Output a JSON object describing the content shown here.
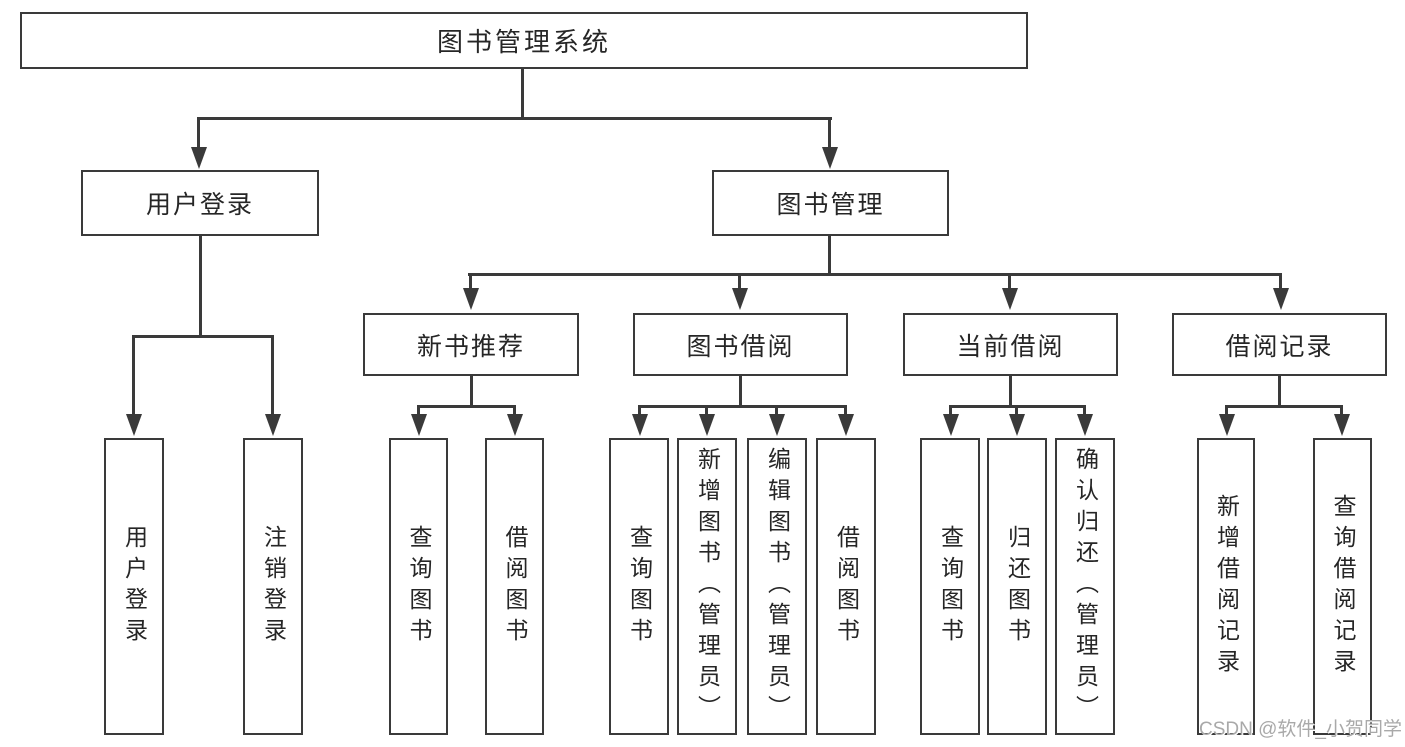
{
  "tree": {
    "root": {
      "label": "图书管理系统"
    },
    "user_branch": {
      "label": "用户登录",
      "children": [
        {
          "label": "用户登录"
        },
        {
          "label": "注销登录"
        }
      ]
    },
    "book_branch": {
      "label": "图书管理",
      "sections": [
        {
          "label": "新书推荐",
          "children": [
            {
              "label": "查询图书"
            },
            {
              "label": "借阅图书"
            }
          ]
        },
        {
          "label": "图书借阅",
          "children": [
            {
              "label": "查询图书"
            },
            {
              "label": "新增图书（管理员）"
            },
            {
              "label": "编辑图书（管理员）"
            },
            {
              "label": "借阅图书"
            }
          ]
        },
        {
          "label": "当前借阅",
          "children": [
            {
              "label": "查询图书"
            },
            {
              "label": "归还图书"
            },
            {
              "label": "确认归还（管理员）"
            }
          ]
        },
        {
          "label": "借阅记录",
          "children": [
            {
              "label": "新增借阅记录"
            },
            {
              "label": "查询借阅记录"
            }
          ]
        }
      ]
    }
  },
  "watermark": {
    "text": "CSDN @软件_小贺同学",
    "color": "#a9a9a9"
  },
  "colors": {
    "line": "#3a3a3a",
    "text": "#262626",
    "background": "#ffffff"
  }
}
